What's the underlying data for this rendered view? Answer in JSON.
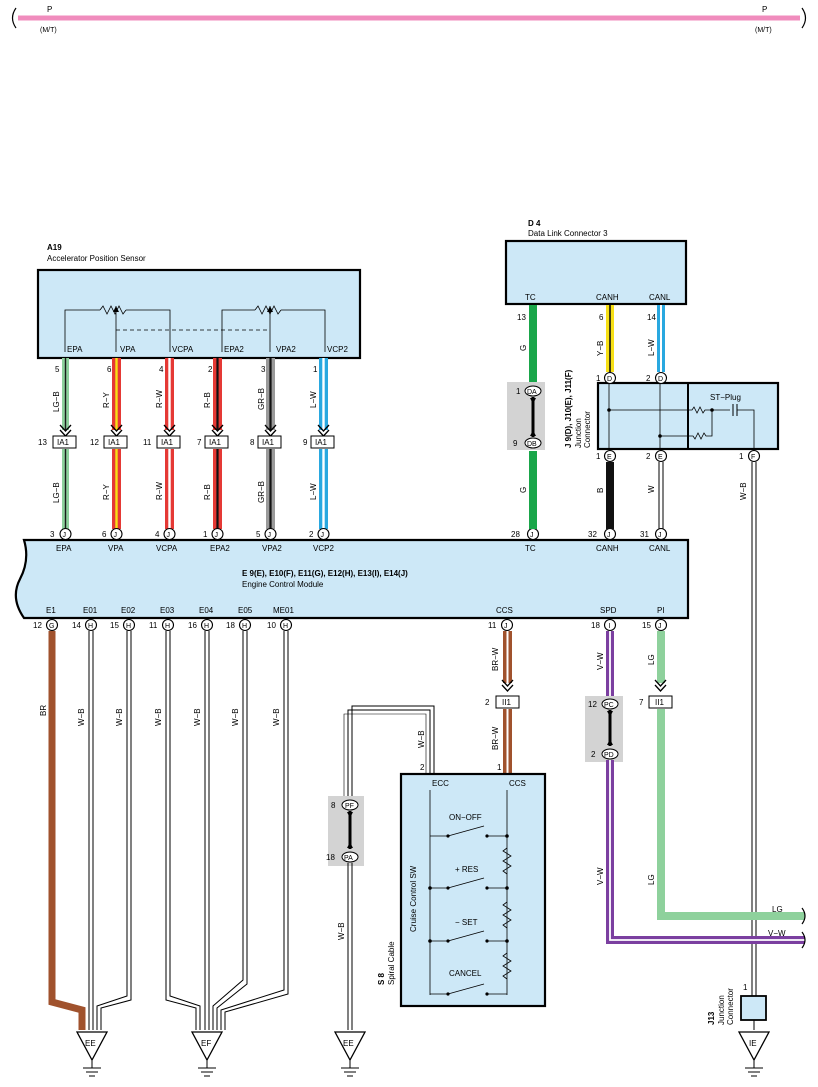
{
  "top_bus": {
    "left_label": "P",
    "left_sub": "(M/T)",
    "right_label": "P",
    "right_sub": "(M/T)",
    "color": "#f08cbd"
  },
  "accel_sensor": {
    "code": "A19",
    "name": "Accelerator Position Sensor",
    "terms": [
      "EPA",
      "VPA",
      "VCPA",
      "EPA2",
      "VPA2",
      "VCP2"
    ]
  },
  "dlc": {
    "code": "D 4",
    "name": "Data Link Connector 3",
    "terms": [
      "TC",
      "CANH",
      "CANL"
    ]
  },
  "jconn": {
    "code": "J 9(D), J10(E), J11(F)",
    "line1": "Junction",
    "line2": "Connector",
    "st_plug": "ST−Plug"
  },
  "ecm": {
    "code": "E 9(E), E10(F), E11(G), E12(H), E13(I), E14(J)",
    "name": "Engine Control Module",
    "top_terms": [
      "EPA",
      "VPA",
      "VCPA",
      "EPA2",
      "VPA2",
      "VCP2",
      "TC",
      "CANH",
      "CANL"
    ],
    "bottom_terms": [
      "E1",
      "E01",
      "E02",
      "E03",
      "E04",
      "E05",
      "ME01",
      "CCS",
      "SPD",
      "PI"
    ]
  },
  "wires": {
    "lgb": "LG−B",
    "ry": "R−Y",
    "rw": "R−W",
    "rb": "R−B",
    "grb": "GR−B",
    "lw": "L−W",
    "g": "G",
    "yb": "Y−B",
    "b": "B",
    "w": "W",
    "wb": "W−B",
    "br": "BR",
    "brw": "BR−W",
    "vw": "V−W",
    "lg": "LG"
  },
  "pins": {
    "p5": "5",
    "p6": "6",
    "p4": "4",
    "p2": "2",
    "p3": "3",
    "p1": "1",
    "p13": "13",
    "p12": "12",
    "p11": "11",
    "p7": "7",
    "p8": "8",
    "p9": "9",
    "p28": "28",
    "p32": "32",
    "p31": "31",
    "p14": "14",
    "p15": "15",
    "p16": "16",
    "p18": "18",
    "p10": "10"
  },
  "jc_ids": {
    "ia1": "IA1",
    "ii1": "II1",
    "j": "J",
    "g": "G",
    "h": "H",
    "i": "I",
    "da": "DA",
    "db": "DB",
    "pc": "PC",
    "pd": "PD",
    "pf": "PF",
    "pa": "PA",
    "d": "D",
    "e": "E",
    "f": "F"
  },
  "cruise": {
    "ecc": "ECC",
    "ccs": "CCS",
    "title": "Cruise Control SW",
    "switches": [
      "ON−OFF",
      "+ RES",
      "− SET",
      "CANCEL"
    ]
  },
  "spiral": {
    "code": "S 8",
    "name": "Spiral Cable"
  },
  "j13": {
    "code": "J13",
    "line1": "Junction",
    "line2": "Connector"
  },
  "grounds": {
    "ee": "EE",
    "ef": "EF",
    "ie": "IE"
  },
  "colors": {
    "box_fill": "#cde8f7",
    "green": "#1aa64a",
    "lightgreen": "#8ed19c",
    "red": "#e53935",
    "yellow": "#f7e016",
    "blue": "#29a8e0",
    "gray": "#9a9a9a",
    "brown": "#a0522d",
    "violet": "#7b3fa0",
    "black": "#111111"
  }
}
